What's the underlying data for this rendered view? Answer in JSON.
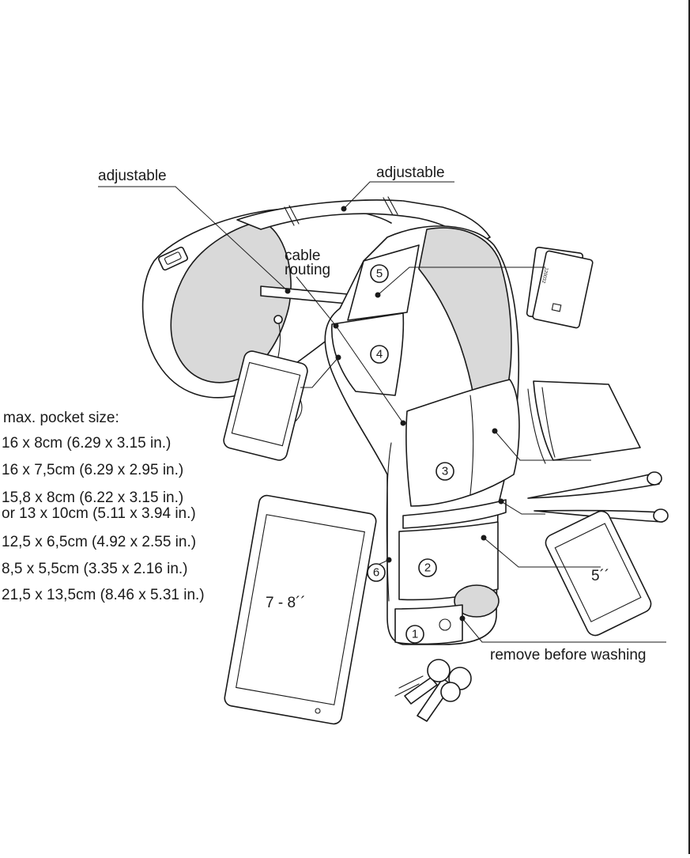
{
  "labels": {
    "adjustable_left": "adjustable",
    "adjustable_top": "adjustable",
    "cable_routing_line1": "cable",
    "cable_routing_line2": "routing",
    "remove_before_washing": "remove before washing",
    "tablet_size": "7 - 8´´",
    "phone_size": "5´´"
  },
  "pocket_sizes": {
    "heading": "max. pocket size:",
    "items": [
      "16 x 8cm (6.29 x 3.15 in.)",
      "16 x 7,5cm (6.29 x 2.95 in.)",
      "15,8 x 8cm (6.22 x 3.15 in.)",
      "or 13 x 10cm (5.11 x 3.94 in.)",
      "12,5 x 6,5cm (4.92 x 2.55 in.)",
      "8,5 x 5,5cm (3.35 x 2.16 in.)",
      "21,5 x 13,5cm (8.46 x 5.31 in.)"
    ]
  },
  "pocket_numbers": [
    "1",
    "2",
    "3",
    "4",
    "5",
    "6"
  ],
  "card_number": "120032"
}
